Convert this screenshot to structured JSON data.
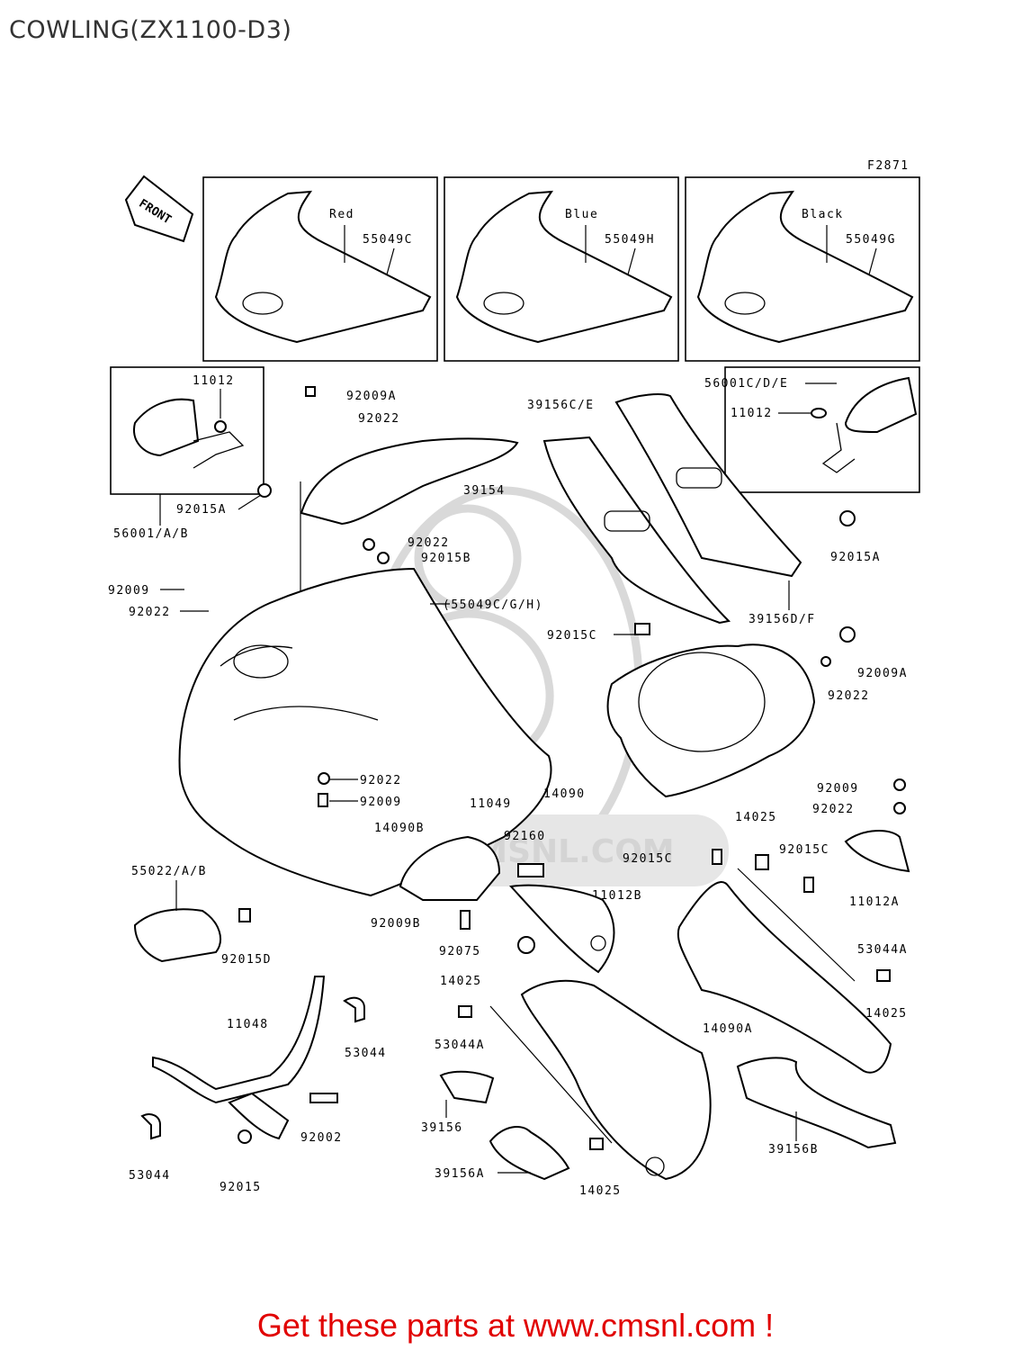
{
  "title": "COWLING(ZX1100-D3)",
  "figure_code": "F2871",
  "front_arrow": "FRONT",
  "watermark": {
    "logo": "cms",
    "url": "WWW.CMSNL.COM"
  },
  "cta": "Get these parts at www.cmsnl.com !",
  "variants": [
    {
      "color": "Red",
      "part": "55049C"
    },
    {
      "color": "Blue",
      "part": "55049H"
    },
    {
      "color": "Black",
      "part": "55049G"
    }
  ],
  "labels": {
    "l11012_left": "11012",
    "l92015A_left": "92015A",
    "l56001AB": "56001/A/B",
    "l92009A_top": "92009A",
    "l92022_top": "92022",
    "l39154": "39154",
    "l92022_b": "92022",
    "l92015B": "92015B",
    "l39156CE": "39156C/E",
    "l56001CDE": "56001C/D/E",
    "l11012_right": "11012",
    "l92015A_right": "92015A",
    "l39156DF": "39156D/F",
    "l92009_left": "92009",
    "l92022_left": "92022",
    "l55049CGH": "(55049C/G/H)",
    "l92015C_a": "92015C",
    "l92009A_right": "92009A",
    "l92022_right": "92022",
    "l14090": "14090",
    "l92022_mid": "92022",
    "l92009_mid": "92009",
    "l11049": "11049",
    "l14090B": "14090B",
    "l92160": "92160",
    "l92009_r2": "92009",
    "l92022_r2": "92022",
    "l14025_a": "14025",
    "l92015C_b": "92015C",
    "l92015C_c": "92015C",
    "l11012A": "11012A",
    "l11012B": "11012B",
    "l55022AB": "55022/A/B",
    "l92015D": "92015D",
    "l92009B": "92009B",
    "l92075": "92075",
    "l53044A_r": "53044A",
    "l14025_b": "14025",
    "l14025_c": "14025",
    "l14090A": "14090A",
    "l11048": "11048",
    "l53044_a": "53044",
    "l53044A_l": "53044A",
    "l92002": "92002",
    "l39156": "39156",
    "l39156B": "39156B",
    "l53044_b": "53044",
    "l92015": "92015",
    "l39156A": "39156A",
    "l14025_d": "14025"
  }
}
